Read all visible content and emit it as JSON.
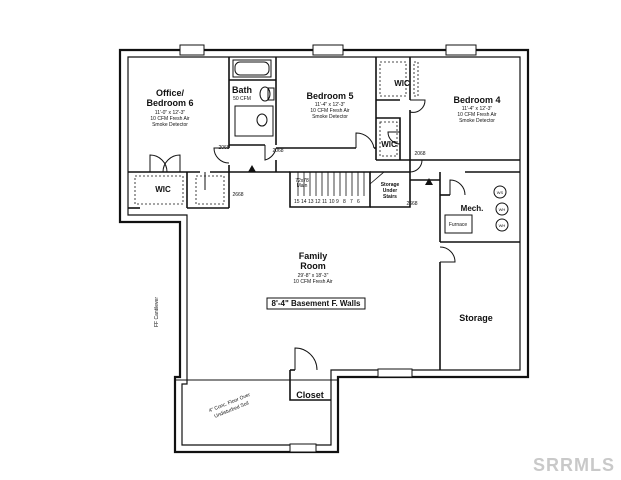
{
  "rooms": {
    "office": {
      "line1": "Office/",
      "line2": "Bedroom 6",
      "dims": "11'-0\" x 12'-3\"",
      "note1": "10 CFM Fresh Air",
      "note2": "Smoke Detector"
    },
    "bath": {
      "name": "Bath",
      "note": "50 CFM"
    },
    "bedroom5": {
      "name": "Bedroom 5",
      "dims": "11'-4\" x 12'-3\"",
      "note1": "10 CFM Fresh Air",
      "note2": "Smoke Detector"
    },
    "bedroom4": {
      "name": "Bedroom 4",
      "dims": "11'-4\" x 12'-3\"",
      "note1": "10 CFM Fresh Air",
      "note2": "Smoke Detector"
    },
    "wic_left": {
      "name": "WIC"
    },
    "wic_top": {
      "name": "WIC"
    },
    "wic_mid": {
      "name": "WIC"
    },
    "family": {
      "line1": "Family",
      "line2": "Room",
      "dims": "29'-8\" x 18'-3\"",
      "note": "10 CFM Fresh Air"
    },
    "mech": {
      "name": "Mech.",
      "furnace": "Furnace",
      "ws": "WS",
      "wh1": "WH",
      "wh2": "WH"
    },
    "storage_stairs": {
      "line1": "Storage",
      "line2": "Under",
      "line3": "Stairs"
    },
    "storage": {
      "name": "Storage"
    },
    "closet": {
      "name": "Closet"
    }
  },
  "labels": {
    "basement_walls": "8'-4\" Basement F. Walls",
    "cantilever": "FF Cantilever",
    "porch_note1": "4\" Conc. Floor Over",
    "porch_note2": "Undisturbed Soil",
    "door_2068_a": "2068",
    "door_2068_b": "2068",
    "door_2068_c": "2068",
    "door_2668_a": "2668",
    "door_2668_b": "2668",
    "stair_note1": "72x78",
    "stair_note2": "Main",
    "stair_numbers": [
      "15",
      "14",
      "13",
      "12",
      "11",
      "10",
      "9",
      "8",
      "7",
      "6"
    ]
  },
  "watermark": "SRRMLS"
}
